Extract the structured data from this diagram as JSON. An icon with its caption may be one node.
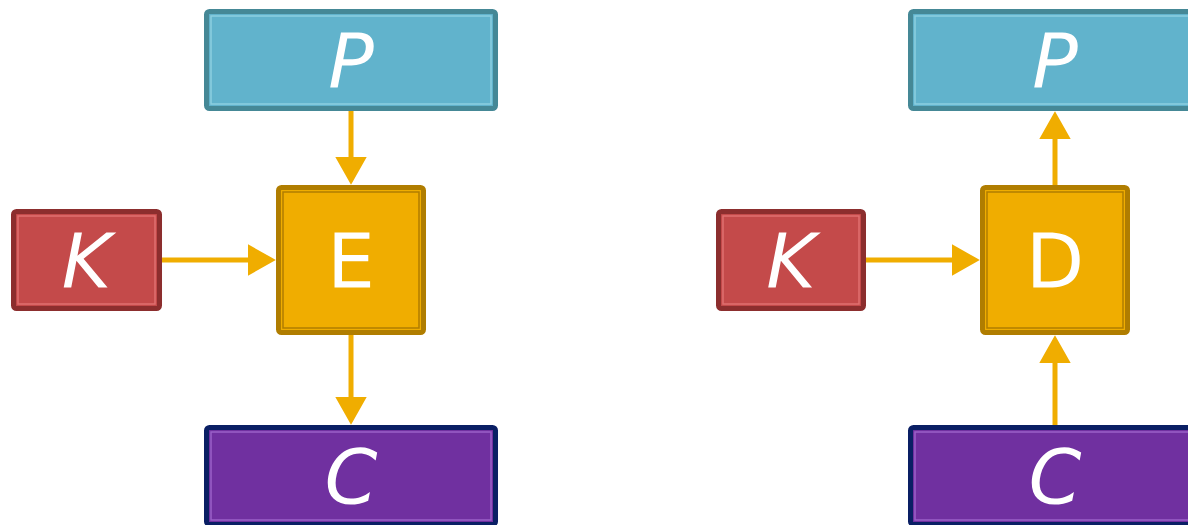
{
  "diagram": {
    "nodes": [
      {
        "text": [
          "P"
        ]
      },
      {
        "text": [
          "K"
        ]
      },
      {
        "text": [
          "E"
        ]
      },
      {
        "text": [
          "C"
        ]
      },
      {
        "text": [
          "P"
        ]
      },
      {
        "text": [
          "K"
        ]
      },
      {
        "text": [
          "D"
        ]
      },
      {
        "text": [
          "C"
        ]
      }
    ],
    "edges": [
      {
        "from": 0,
        "to": 2,
        "arrow": "to"
      },
      {
        "from": 1,
        "to": 2,
        "arrow": "to"
      },
      {
        "from": 2,
        "to": 3,
        "arrow": "to"
      },
      {
        "from": 6,
        "to": 4,
        "arrow": "to"
      },
      {
        "from": 5,
        "to": 6,
        "arrow": "to"
      },
      {
        "from": 7,
        "to": 6,
        "arrow": "to"
      }
    ]
  }
}
